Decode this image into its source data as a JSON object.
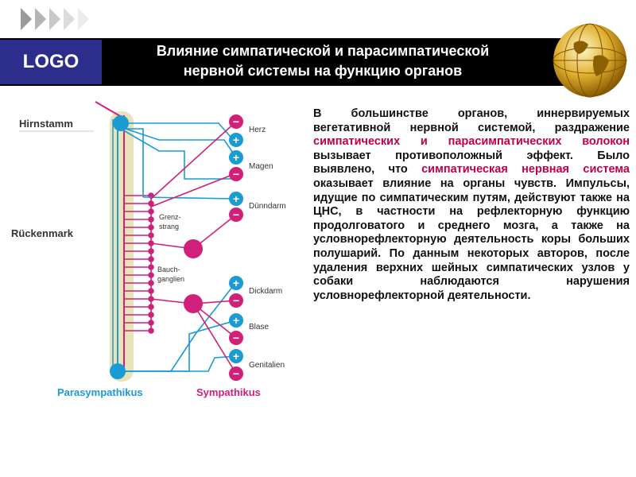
{
  "header": {
    "logo": "LOGO",
    "title_line1": "Влияние симпатической и парасимпатической",
    "title_line2": "нервной системы на функцию органов"
  },
  "diagram": {
    "labels": {
      "hirnstamm": "Hirnstamm",
      "rueckenmark": "Rückenmark",
      "grenzstrang_1": "Grenz-",
      "grenzstrang_2": "strang",
      "bauch_1": "Bauch-",
      "bauch_2": "ganglien",
      "parasympathikus": "Parasympathikus",
      "sympathikus": "Sympathikus"
    },
    "organs": [
      "Herz",
      "Magen",
      "Dünndarm",
      "Dickdarm",
      "Blase",
      "Genitalien"
    ],
    "signs": {
      "plus": "+",
      "minus": "−"
    },
    "colors": {
      "sympathetic": "#d0207a",
      "parasympathetic": "#1a9bd4",
      "spine": "#e8e3b8"
    }
  },
  "text": {
    "p1": "В большинстве органов, иннервируемых вегетативной нервной системой,",
    "p2a": "раздражение ",
    "p2_hl1": "симпатических и парасимпатических волокон",
    "p2b": " вызывает противоположный эффект. Было выявлено, что ",
    "p2_hl2": "симпатическая нервная система",
    "p2c": " оказывает влияние на органы чувств. Импульсы, идущие по симпатическим путям, действуют также на ЦНС, в частности на рефлекторную функцию продолговатого и среднего мозга, а также на условнорефлекторную деятельность коры больших полушарий. По данным некоторых авторов, после удаления верхних шейных симпатических узлов у собаки наблюдаются нарушения условнорефлекторной деятельности."
  }
}
